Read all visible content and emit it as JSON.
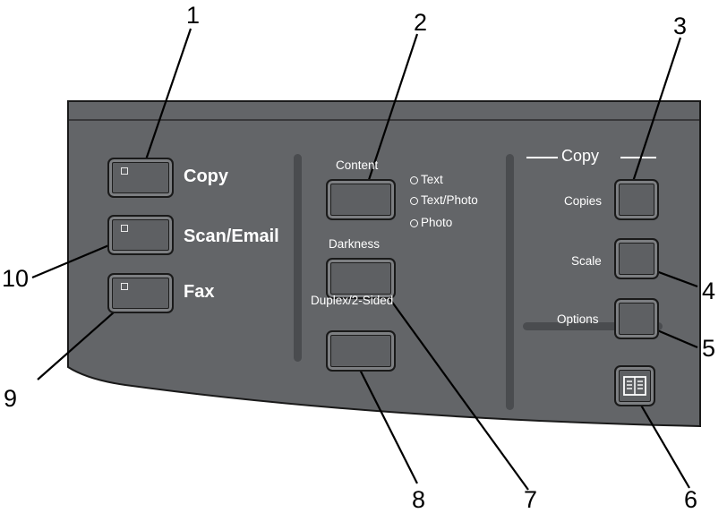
{
  "mode_buttons": [
    {
      "label": "Copy"
    },
    {
      "label": "Scan/Email"
    },
    {
      "label": "Fax"
    }
  ],
  "content": {
    "label": "Content",
    "options": [
      "Text",
      "Text/Photo",
      "Photo"
    ]
  },
  "darkness": {
    "label": "Darkness"
  },
  "duplex": {
    "label": "Duplex/2-Sided"
  },
  "copy_group": {
    "title": "Copy",
    "copies": "Copies",
    "scale": "Scale",
    "options": "Options"
  },
  "callouts": [
    "1",
    "2",
    "3",
    "4",
    "5",
    "6",
    "7",
    "8",
    "9",
    "10"
  ]
}
